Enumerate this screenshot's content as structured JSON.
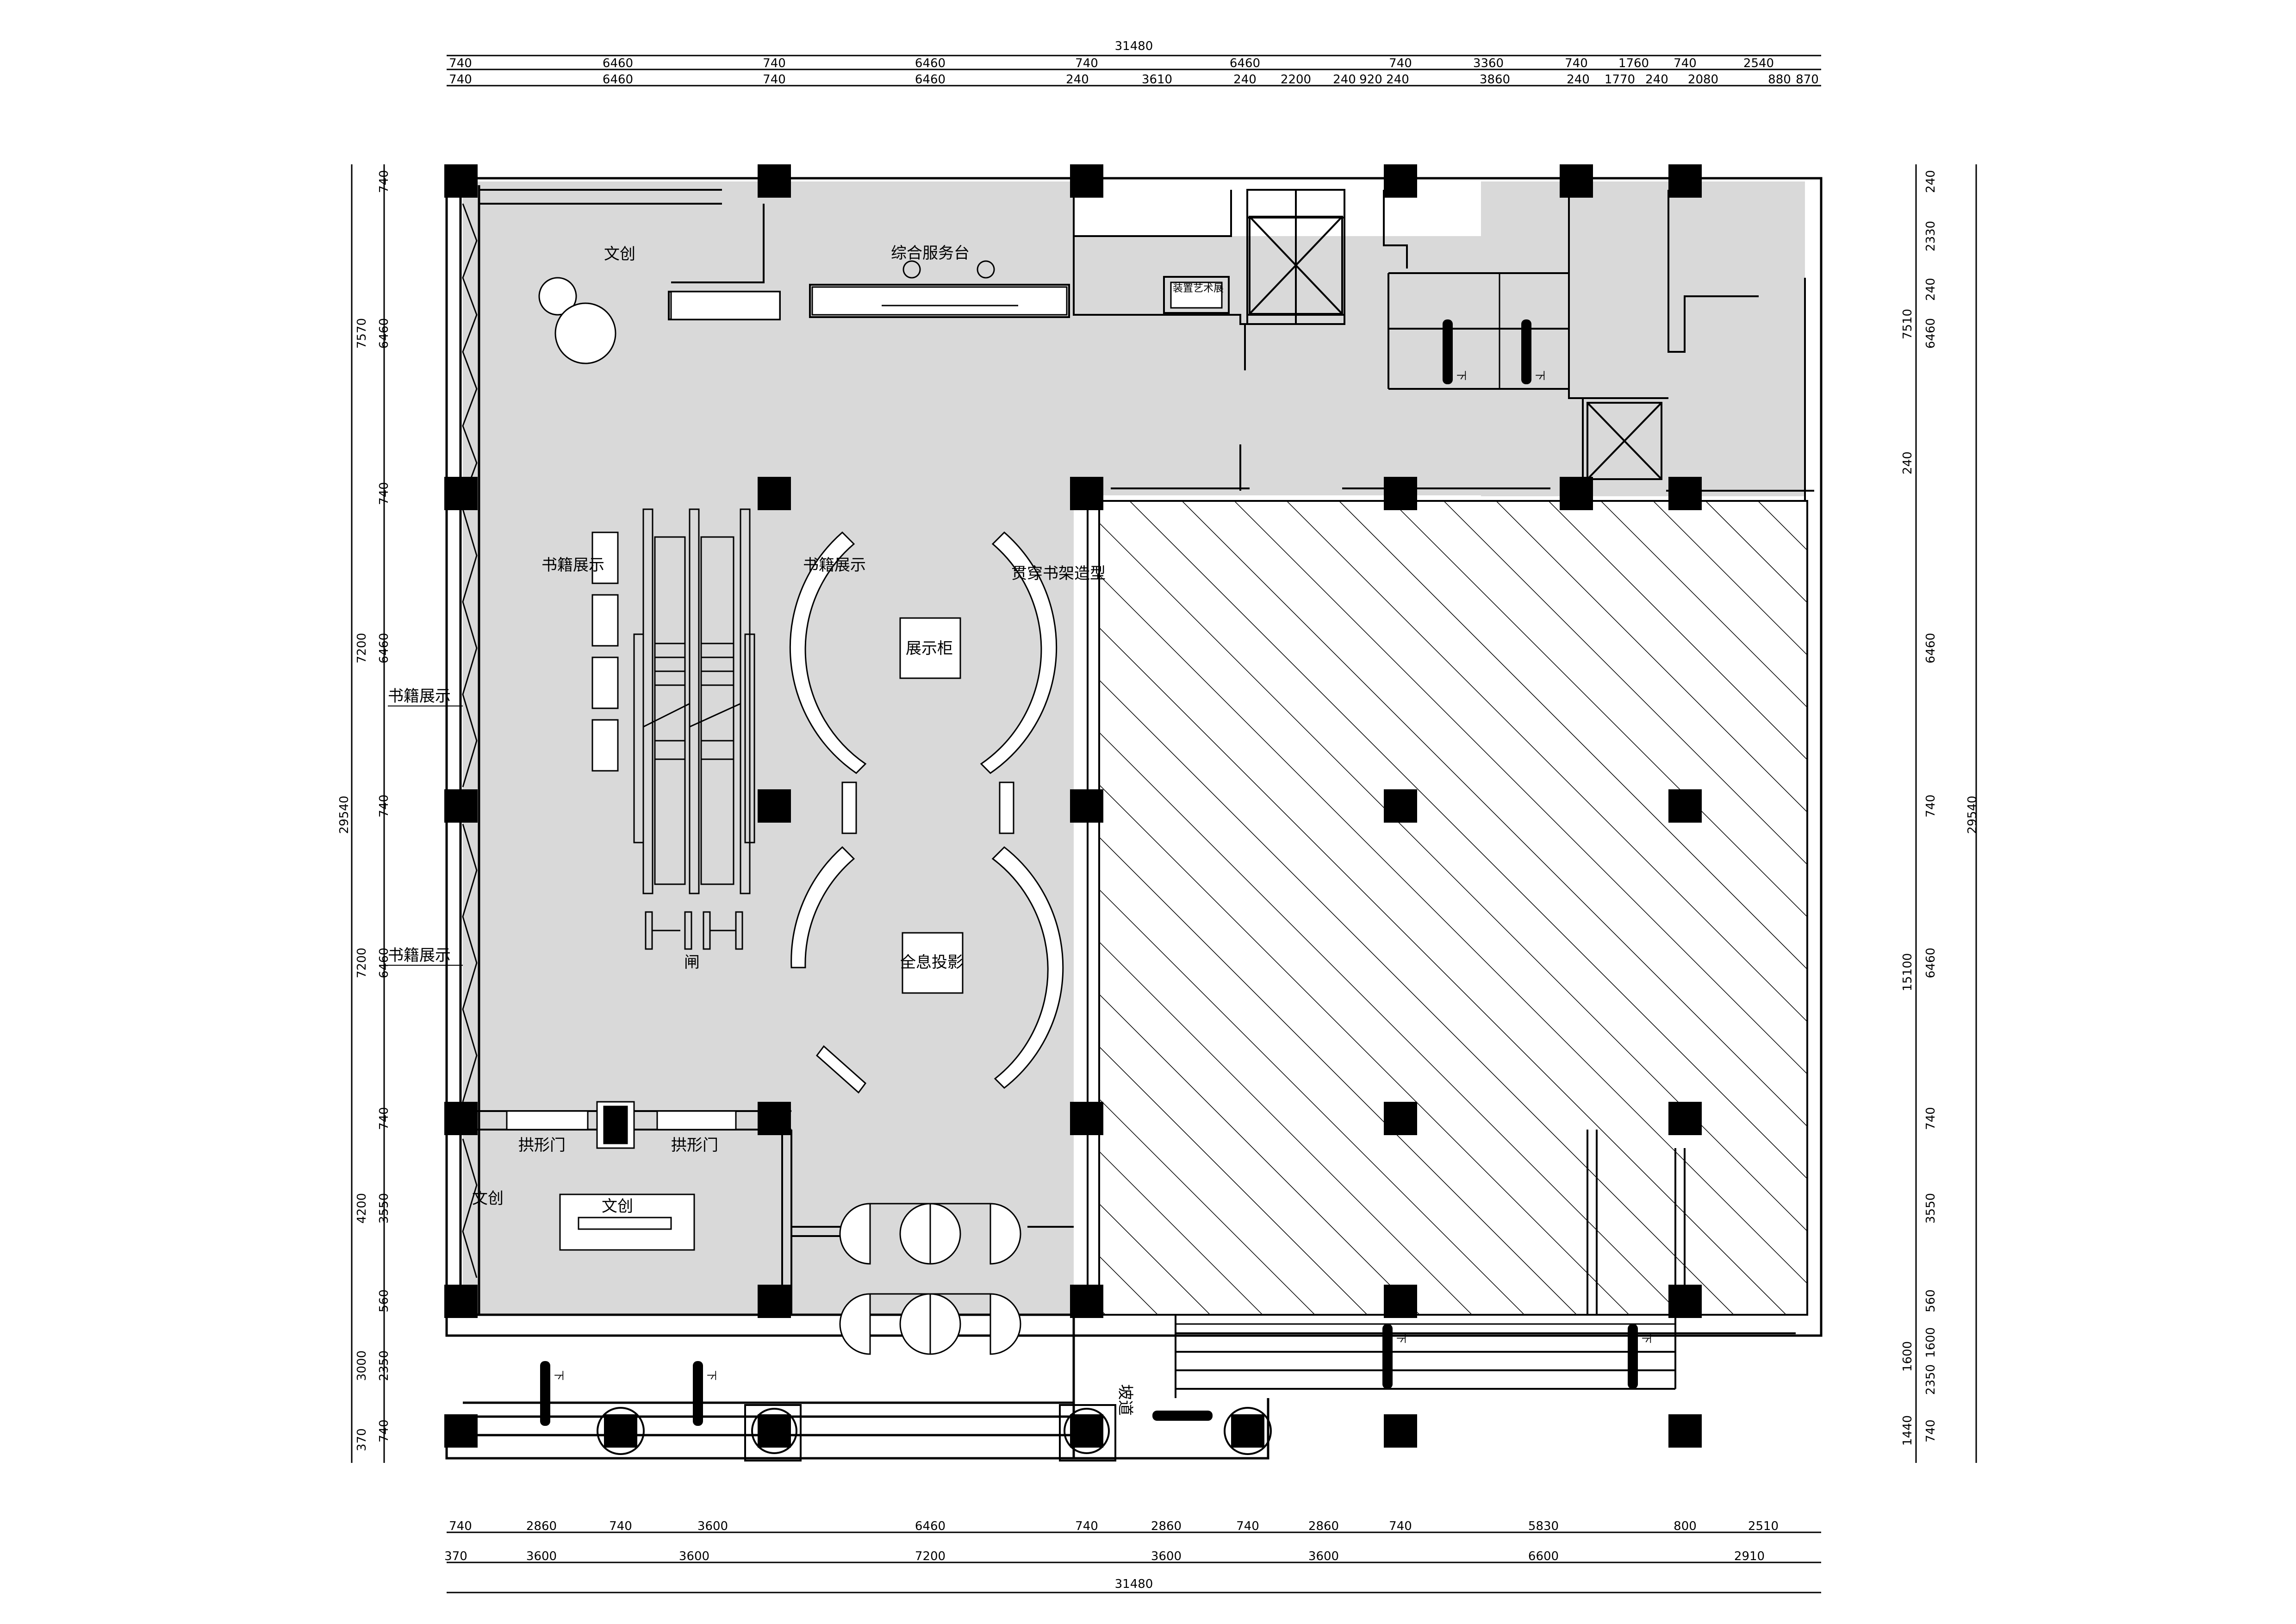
{
  "dimensions": {
    "top_total": "31480",
    "top_row1": [
      "740",
      "6460",
      "740",
      "6460",
      "740",
      "6460",
      "740",
      "3360",
      "740",
      "1760",
      "740",
      "2540"
    ],
    "top_row2": [
      "740",
      "6460",
      "740",
      "6460",
      "240",
      "3610",
      "240",
      "2200",
      "240",
      "920",
      "240",
      "3860",
      "240",
      "1770",
      "240",
      "2080",
      "880",
      "870"
    ],
    "bottom_row1": [
      "740",
      "2860",
      "740",
      "3600",
      "6460",
      "740",
      "2860",
      "740",
      "2860",
      "740",
      "5830",
      "800",
      "2510"
    ],
    "bottom_row2": [
      "370",
      "3600",
      "3600",
      "7200",
      "3600",
      "3600",
      "6600",
      "2910"
    ],
    "bottom_total": "31480",
    "left_total": "29540",
    "left_outer": [
      "7570",
      "7200",
      "7200",
      "4200",
      "3000",
      "370"
    ],
    "left_inner": [
      "740",
      "6460",
      "740",
      "6460",
      "740",
      "6460",
      "740",
      "3550",
      "560",
      "2350",
      "740"
    ],
    "right_total": "29540",
    "right_outer": [
      "7510",
      "15100",
      "1600",
      "1440"
    ],
    "right_inner": [
      "240",
      "2330",
      "240",
      "6460",
      "240",
      "6460",
      "740",
      "6460",
      "740",
      "3550",
      "560",
      "1600",
      "2350",
      "740"
    ]
  },
  "labels": {
    "wenchuang_top": "文创",
    "service_desk": "综合服务台",
    "art_device": "装置艺术展",
    "book_display_1": "书籍展示",
    "book_display_2": "书籍展示",
    "book_display_left_1": "书籍展示",
    "book_display_left_2": "书籍展示",
    "shelf_shape": "贯穿书架造型",
    "display_case": "展示柜",
    "projection": "全息投影",
    "gate": "闸",
    "arch_door_1": "拱形门",
    "arch_door_2": "拱形门",
    "wenchuang_side": "文创",
    "wenchuang_box": "文创",
    "ramp": "坡道",
    "down_1": "下",
    "down_2": "下",
    "down_3": "下",
    "down_4": "下",
    "down_5": "下",
    "down_6": "下"
  },
  "colors": {
    "floor": "#d9d9d9",
    "line": "#000000",
    "column": "#000000"
  }
}
